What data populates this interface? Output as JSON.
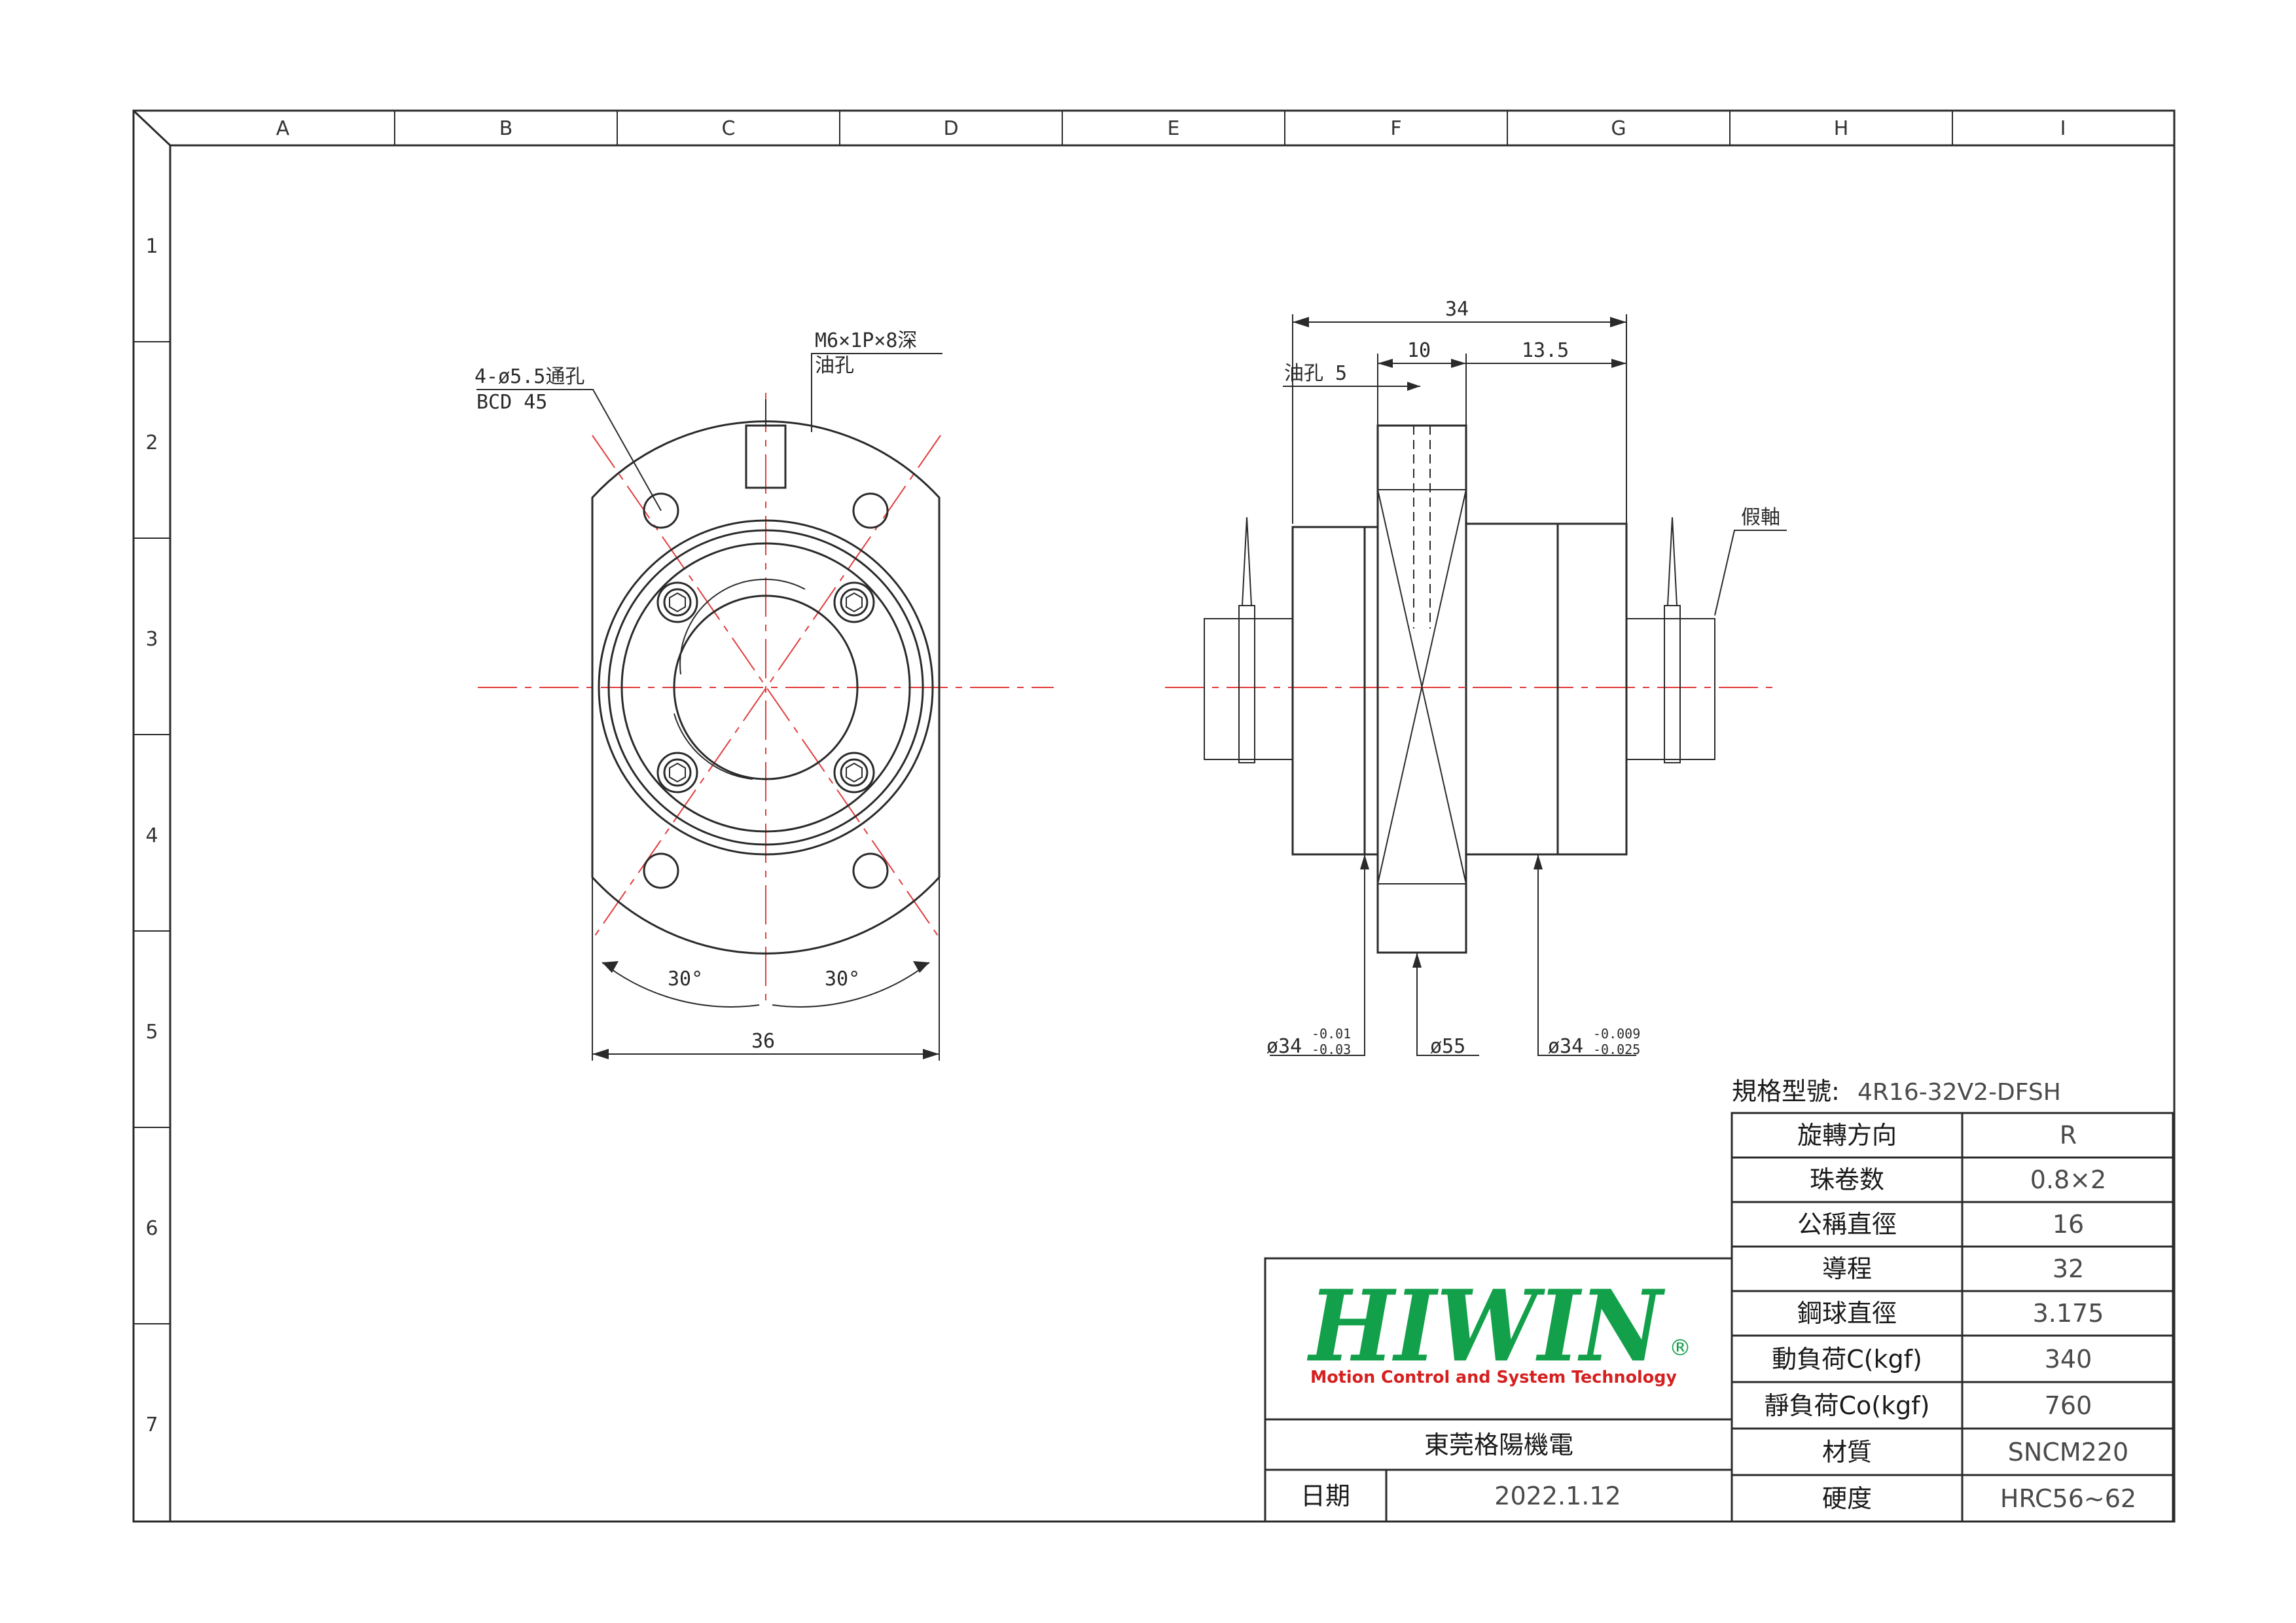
{
  "grid": {
    "columns": [
      "A",
      "B",
      "C",
      "D",
      "E",
      "F",
      "G",
      "H",
      "I"
    ],
    "rows": [
      "1",
      "2",
      "3",
      "4",
      "5",
      "6",
      "7"
    ]
  },
  "front_view": {
    "hole_note_line1": "4-ø5.5通孔",
    "hole_note_line2": "BCD 45",
    "thread_note_line1": "M6×1P×8深",
    "thread_note_line2": "油孔",
    "angle_left": "30°",
    "angle_right": "30°",
    "width_dim": "36"
  },
  "side_view": {
    "overall_length": "34",
    "flange_dim": "10",
    "body_dim": "13.5",
    "oil_hole": "油孔 5",
    "dummy_shaft": "假軸",
    "dia_left": "ø34",
    "dia_left_tol_upper": "-0.01",
    "dia_left_tol_lower": "-0.03",
    "dia_flange": "ø55",
    "dia_right": "ø34",
    "dia_right_tol_upper": "-0.009",
    "dia_right_tol_lower": "-0.025"
  },
  "spec": {
    "model_label": "規格型號:",
    "model_value": "4R16-32V2-DFSH",
    "rows": [
      {
        "label": "旋轉方向",
        "value": "R"
      },
      {
        "label": "珠卷数",
        "value": "0.8×2"
      },
      {
        "label": "公稱直徑",
        "value": "16"
      },
      {
        "label": "導程",
        "value": "32"
      },
      {
        "label": "鋼球直徑",
        "value": "3.175"
      },
      {
        "label": "動負荷C(kgf)",
        "value": "340"
      },
      {
        "label": "靜負荷Co(kgf)",
        "value": "760"
      },
      {
        "label": "材質",
        "value": "SNCM220"
      },
      {
        "label": "硬度",
        "value": "HRC56~62"
      }
    ]
  },
  "title_block": {
    "logo_text": "HIWIN",
    "logo_mark": "®",
    "tagline": "Motion Control and System Technology",
    "company": "東莞格陽機電",
    "date_label": "日期",
    "date_value": "2022.1.12"
  },
  "colors": {
    "logo_green": "#12a04a",
    "tagline_red": "#d62020",
    "centerline_red": "#e23b3b",
    "line": "#2a2a2a"
  }
}
